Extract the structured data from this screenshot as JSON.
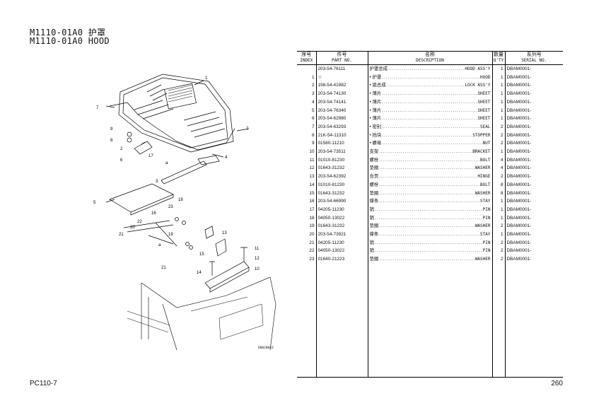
{
  "page": {
    "title_line1": "M1110-01A0 护罩",
    "title_line2": "M1110-01A0 HOOD",
    "model": "PC110-7",
    "page_number": "260",
    "drawing_code": "D0020043"
  },
  "table": {
    "headers": [
      {
        "zh": "序号",
        "en": "INDEX"
      },
      {
        "zh": "件号",
        "en": "PART NO."
      },
      {
        "zh": "名称",
        "en": "DESCRIPTION"
      },
      {
        "zh": "数量",
        "en": "Q'TY"
      },
      {
        "zh": "系列号",
        "en": "SERIAL NO."
      }
    ],
    "rows": [
      {
        "index": "",
        "part_no": "203-54-76111",
        "zh": "护罩总成",
        "en": "HOOD ASS'Y",
        "qty": "1",
        "serial": "DBAM0001-"
      },
      {
        "index": "1",
        "part_no": "☆",
        "zh": "• 护罩",
        "en": "HOOD",
        "qty": "1",
        "serial": "DBAM0001-"
      },
      {
        "index": "2",
        "part_no": "198-54-41982",
        "zh": "• 锁总成",
        "en": "LOCK ASS'Y",
        "qty": "1",
        "serial": "DBAM0001-"
      },
      {
        "index": "3",
        "part_no": "203-54-74130",
        "zh": "• 薄片",
        "en": "SHEET",
        "qty": "1",
        "serial": "DBAM0001-"
      },
      {
        "index": "4",
        "part_no": "203-54-74141",
        "zh": "• 薄片",
        "en": "SHEET",
        "qty": "1",
        "serial": "DBAM0001-"
      },
      {
        "index": "5",
        "part_no": "203-54-76340",
        "zh": "• 薄片",
        "en": "SHEET",
        "qty": "1",
        "serial": "DBAM0001-"
      },
      {
        "index": "6",
        "part_no": "203-54-62980",
        "zh": "• 薄片",
        "en": "SHEET",
        "qty": "1",
        "serial": "DBAM0001-"
      },
      {
        "index": "7",
        "part_no": "203-54-63293",
        "zh": "• 密封",
        "en": "SEAL",
        "qty": "2",
        "serial": "DBAM0001-"
      },
      {
        "index": "8",
        "part_no": "21K-54-11310",
        "zh": "• 挡块",
        "en": "STOPPER",
        "qty": "2",
        "serial": "DBAM0001-"
      },
      {
        "index": "9",
        "part_no": "01580-11210",
        "zh": "• 螺母",
        "en": "NUT",
        "qty": "2",
        "serial": "DBAM0001-"
      },
      {
        "index": "10",
        "part_no": "203-54-73511",
        "zh": "支架",
        "en": "BRACKET",
        "qty": "1",
        "serial": "DBAM0001-"
      },
      {
        "index": "11",
        "part_no": "01010-81230",
        "zh": "螺栓",
        "en": "BOLT",
        "qty": "4",
        "serial": "DBAM0001-"
      },
      {
        "index": "12",
        "part_no": "01643-31232",
        "zh": "垫圈",
        "en": "WASHER",
        "qty": "4",
        "serial": "DBAM0001-"
      },
      {
        "index": "13",
        "part_no": "203-54-62392",
        "zh": "合页",
        "en": "HINGE",
        "qty": "2",
        "serial": "DBAM0001-"
      },
      {
        "index": "14",
        "part_no": "01010-81230",
        "zh": "螺栓",
        "en": "BOLT",
        "qty": "8",
        "serial": "DBAM0001-"
      },
      {
        "index": "15",
        "part_no": "01643-31232",
        "zh": "垫圈",
        "en": "WASHER",
        "qty": "8",
        "serial": "DBAM0001-"
      },
      {
        "index": "16",
        "part_no": "203-54-66990",
        "zh": "撑条",
        "en": "STAY",
        "qty": "1",
        "serial": "DBAM0001-"
      },
      {
        "index": "17",
        "part_no": "04205-11230",
        "zh": "销",
        "en": "PIN",
        "qty": "1",
        "serial": "DBAM0001-"
      },
      {
        "index": "18",
        "part_no": "04050-13022",
        "zh": "销",
        "en": "PIN",
        "qty": "1",
        "serial": "DBAM0001-"
      },
      {
        "index": "19",
        "part_no": "01643-31232",
        "zh": "垫圈",
        "en": "WASHER",
        "qty": "2",
        "serial": "DBAM0001-"
      },
      {
        "index": "20",
        "part_no": "203-54-73921",
        "zh": "撑条",
        "en": "STAY",
        "qty": "1",
        "serial": "DBAM0001-"
      },
      {
        "index": "21",
        "part_no": "04205-11230",
        "zh": "销",
        "en": "PIN",
        "qty": "2",
        "serial": "DBAM0001-"
      },
      {
        "index": "22",
        "part_no": "04050-13022",
        "zh": "销",
        "en": "PIN",
        "qty": "2",
        "serial": "DBAM0001-"
      },
      {
        "index": "23",
        "part_no": "01640-21223",
        "zh": "垫圈",
        "en": "WASHER",
        "qty": "2",
        "serial": "DBAM0001-"
      }
    ]
  },
  "diagram": {
    "callouts": [
      "1",
      "2",
      "3",
      "4",
      "5",
      "6",
      "7",
      "7",
      "8",
      "9",
      "10",
      "11",
      "12",
      "13",
      "14",
      "15",
      "16",
      "17",
      "18",
      "19",
      "20",
      "21",
      "21",
      "22",
      "23",
      "a",
      "a"
    ]
  }
}
